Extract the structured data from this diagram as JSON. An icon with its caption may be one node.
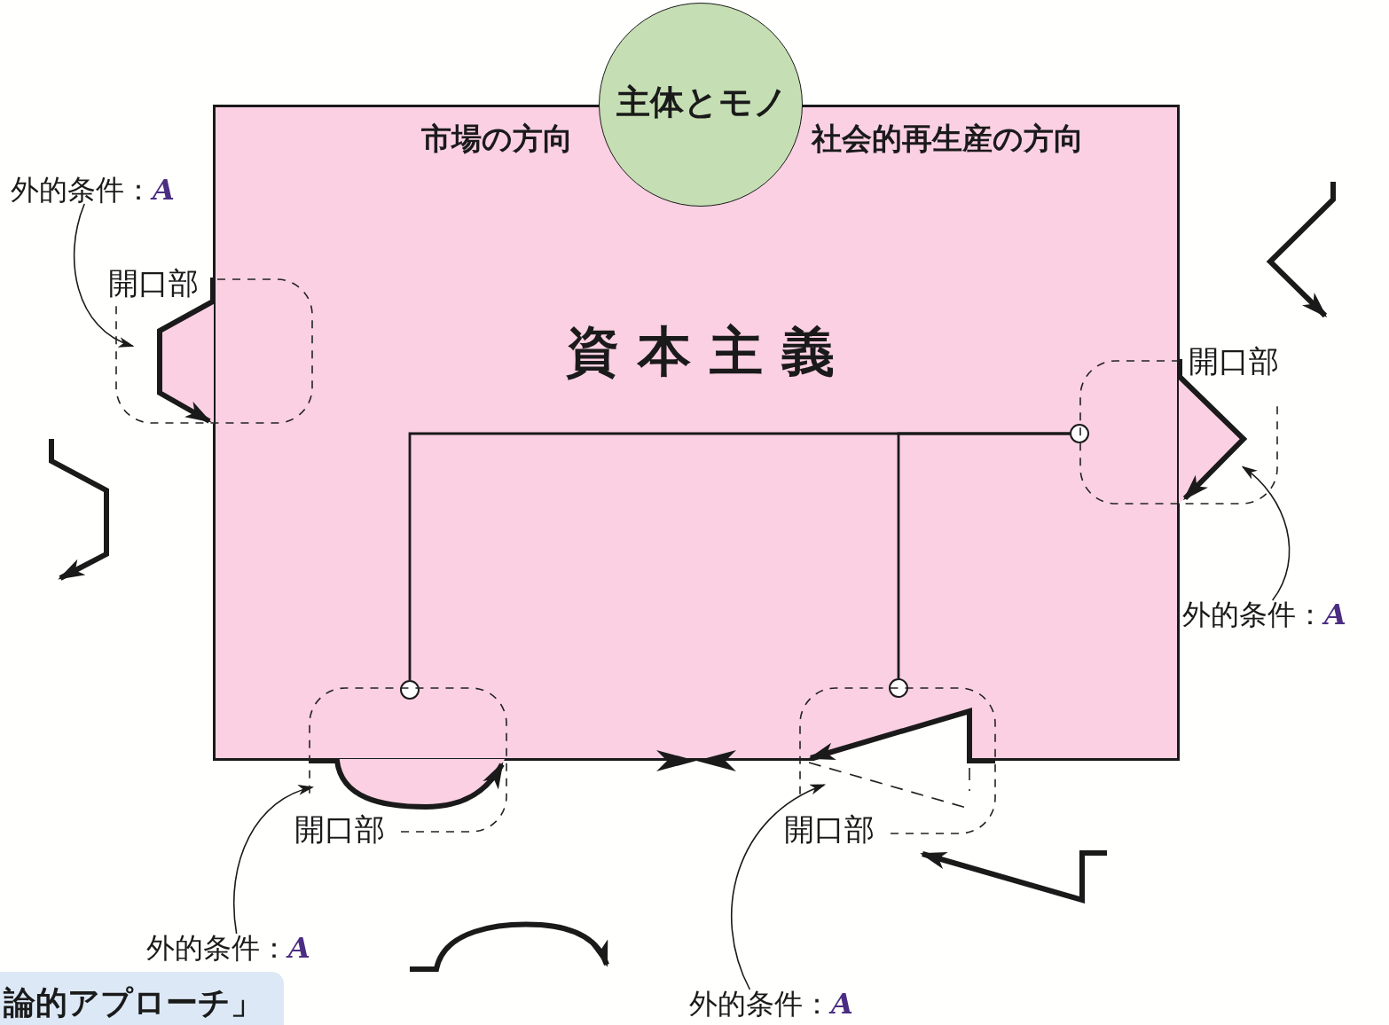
{
  "diagram": {
    "nodes": [
      {
        "text": [
          "市場の方向",
          "社会的再生産の方向",
          "資本主義"
        ]
      },
      {
        "text": [
          "主体とモノ"
        ]
      },
      {
        "text": [
          "開口部"
        ]
      },
      {
        "text": [
          "開口部"
        ]
      },
      {
        "text": [
          "開口部"
        ]
      },
      {
        "text": [
          "開口部"
        ]
      },
      {
        "text": [
          "外的条件：*A*"
        ]
      },
      {
        "text": [
          "外的条件：*A*"
        ]
      },
      {
        "text": [
          "外的条件：*A*"
        ]
      },
      {
        "text": [
          "外的条件：*A*"
        ]
      },
      {
        "text": [],
        "shape": "circle",
        "in": 0
      },
      {
        "text": [],
        "shape": "circle",
        "in": 0
      },
      {
        "text": [],
        "shape": "circle",
        "in": 0
      },
      {
        "text": [
          "論的アプローチ」"
        ]
      }
    ],
    "edges": [
      {
        "from": 10,
        "to": 11,
        "arrow": "none"
      },
      {
        "from": 10,
        "to": 12,
        "arrow": "none"
      },
      {
        "from": 6,
        "to": 2,
        "arrow": "to"
      },
      {
        "from": 7,
        "to": 3,
        "arrow": "to"
      },
      {
        "from": 8,
        "to": 4,
        "arrow": "to"
      },
      {
        "from": 9,
        "to": 5,
        "arrow": "to"
      }
    ]
  }
}
